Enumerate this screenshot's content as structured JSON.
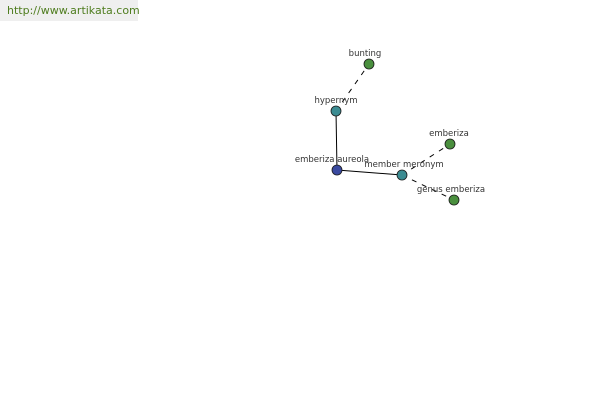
{
  "banner": {
    "url": "http://www.artikata.com"
  },
  "colors": {
    "root": "#3a4aa0",
    "relation": "#3c8c92",
    "leaf": "#4a8f3e",
    "edge": "#000000"
  },
  "graph": {
    "nodes": [
      {
        "id": "root",
        "label": "emberiza aureola",
        "kind": "root"
      },
      {
        "id": "hypernym",
        "label": "hypernym",
        "kind": "relation"
      },
      {
        "id": "bunting",
        "label": "bunting",
        "kind": "leaf"
      },
      {
        "id": "member-meronym",
        "label": "member meronym",
        "kind": "relation"
      },
      {
        "id": "emberiza",
        "label": "emberiza",
        "kind": "leaf"
      },
      {
        "id": "genus-emberiza",
        "label": "genus emberiza",
        "kind": "leaf"
      }
    ],
    "edges": [
      {
        "from": "root",
        "to": "hypernym",
        "style": "solid"
      },
      {
        "from": "hypernym",
        "to": "bunting",
        "style": "dashed"
      },
      {
        "from": "root",
        "to": "member-meronym",
        "style": "solid"
      },
      {
        "from": "member-meronym",
        "to": "emberiza",
        "style": "dashed"
      },
      {
        "from": "member-meronym",
        "to": "genus-emberiza",
        "style": "dashed"
      }
    ]
  }
}
